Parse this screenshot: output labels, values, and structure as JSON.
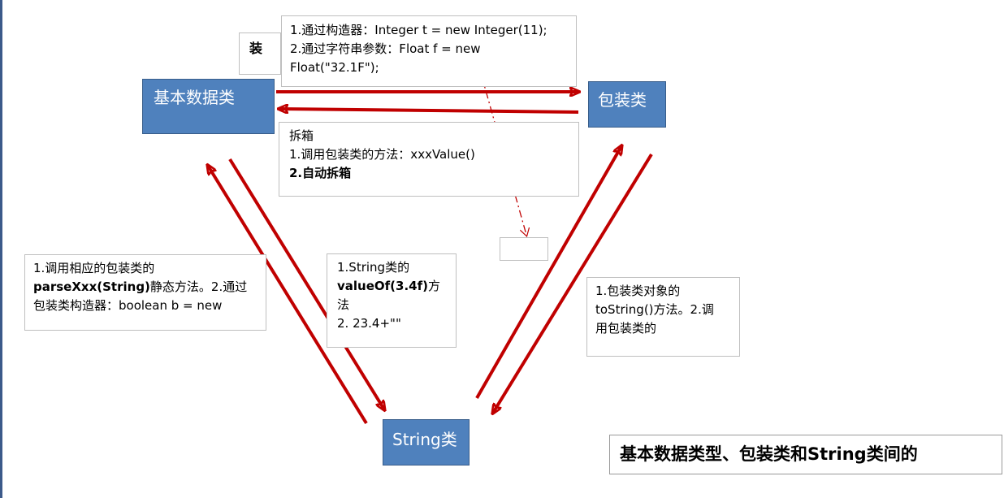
{
  "nodes": {
    "primitive": "基本数据类",
    "wrapper": "包装类",
    "string": "String类"
  },
  "boxing": {
    "label": "装",
    "line1": "1.通过构造器：Integer t = new Integer(11);",
    "line2": "2.通过字符串参数：Float f = new",
    "line3": "Float(\"32.1F\");"
  },
  "unboxing": {
    "title": "拆箱",
    "line1": "1.调用包装类的方法：xxxValue()",
    "line2": "2.自动拆箱"
  },
  "string_to_primitive": {
    "line1": "1.调用相应的包装类的",
    "bold": "parseXxx(String)",
    "line2_rest": "静态方法。2.通过",
    "line3": "包装类构造器：boolean b = new"
  },
  "primitive_to_string": {
    "line1": "1.String类的",
    "bold": "valueOf(3.4f)",
    "line2_rest": "方",
    "line3": "法",
    "line4": "2. 23.4+\"\""
  },
  "wrapper_to_string": {
    "line1": "1.包装类对象的",
    "line2": "toString()方法。2.调",
    "line3": "用包装类的"
  },
  "caption": "基本数据类型、包装类和String类间的",
  "colors": {
    "node_fill": "#4f81bd",
    "arrow": "#c00000",
    "note_border": "#bfbfbf"
  }
}
